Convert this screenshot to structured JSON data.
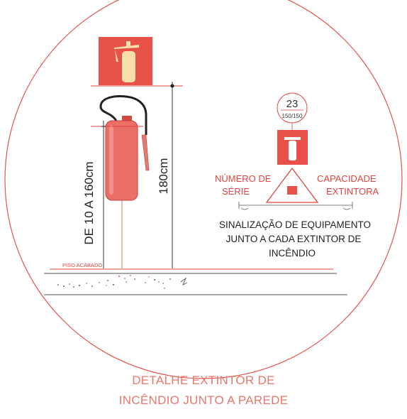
{
  "detail": {
    "height_range_label": "DE 10 A 160cm",
    "sign_height_label": "180cm",
    "floor_label": "PISO ACABADO",
    "series_number": "23",
    "series_fraction": "150/150",
    "left_label_line1": "NÚMERO DE",
    "left_label_line2": "SÉRIE",
    "right_label_line1": "CAPACIDADE",
    "right_label_line2": "EXTINTORA",
    "note_line1": "SINALIZAÇÃO DE EQUIPAMENTO",
    "note_line2": "JUNTO A CADA EXTINTOR DE",
    "note_line3": "INCÊNDIO"
  },
  "caption": {
    "line1": "DETALHE EXTINTOR DE",
    "line2": "INCÊNDIO JUNTO A PAREDE"
  },
  "colors": {
    "red": "#e0453f",
    "sign_red": "#e8504a",
    "caption": "#e8776a"
  }
}
